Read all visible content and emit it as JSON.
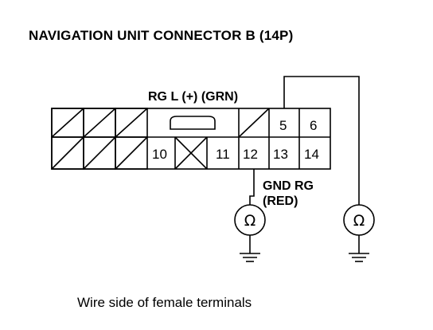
{
  "title": "NAVIGATION UNIT CONNECTOR B (14P)",
  "probe_label": "RG L (+) (GRN)",
  "ground_label": [
    "GND RG",
    "(RED)"
  ],
  "terminals": {
    "t5": "5",
    "t6": "6",
    "t10": "10",
    "t11": "11",
    "t12": "12",
    "t13": "13",
    "t14": "14"
  },
  "meter_symbol": "Ω",
  "footer": "Wire side of female terminals"
}
